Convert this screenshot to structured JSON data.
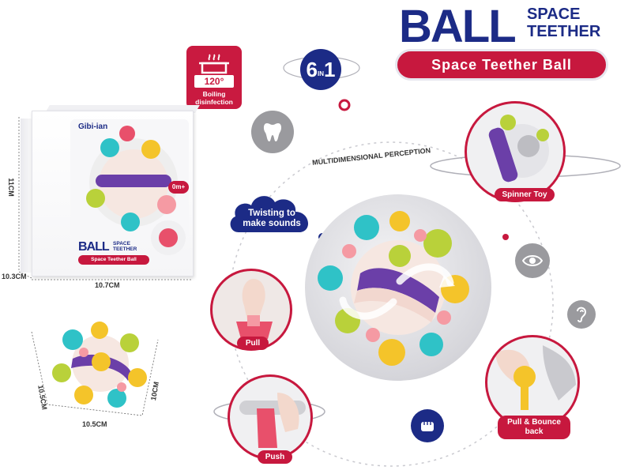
{
  "title": {
    "ball": "BALL",
    "space": "SPACE",
    "teether": "TEETHER"
  },
  "banner": "Space Teether Ball",
  "boiling": {
    "temp": "120°",
    "line1": "Boiling",
    "line2": "disinfection"
  },
  "six_in_one": {
    "num": "6",
    "in": "IN",
    "one": "1"
  },
  "perception": "MULTIDIMENSIONAL PERCEPTION",
  "twisting": {
    "line1": "Twisting to",
    "line2": "make sounds"
  },
  "features": {
    "spinner": "Spinner Toy",
    "pull": "Pull",
    "push": "Push",
    "bounce1": "Pull & Bounce",
    "bounce2": "back"
  },
  "box": {
    "brand": "Gibi-ian",
    "ball": "BALL",
    "space": "SPACE",
    "teether": "TEETHER",
    "subtitle": "Space Teether Ball",
    "age": "0m+"
  },
  "dimensions": {
    "box_height": "11CM",
    "box_depth": "10.3CM",
    "box_width": "10.7CM",
    "ball_left": "10.5CM",
    "ball_bottom": "10.5CM",
    "ball_right": "10CM"
  },
  "colors": {
    "navy": "#1c2b86",
    "red": "#c7183e",
    "grey": "#9a9a9e"
  }
}
